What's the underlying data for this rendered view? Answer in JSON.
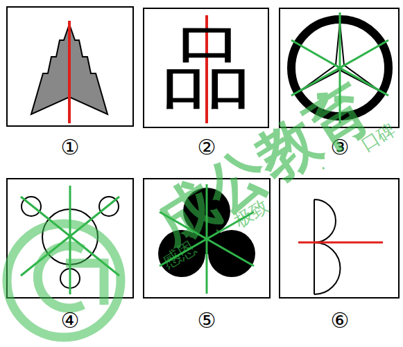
{
  "diagram": {
    "labels": [
      "①",
      "②",
      "③",
      "④",
      "⑤",
      "⑥",
      "品",
      "成公教育",
      "感恩",
      "·",
      "极致",
      "·",
      "口碑"
    ]
  }
}
